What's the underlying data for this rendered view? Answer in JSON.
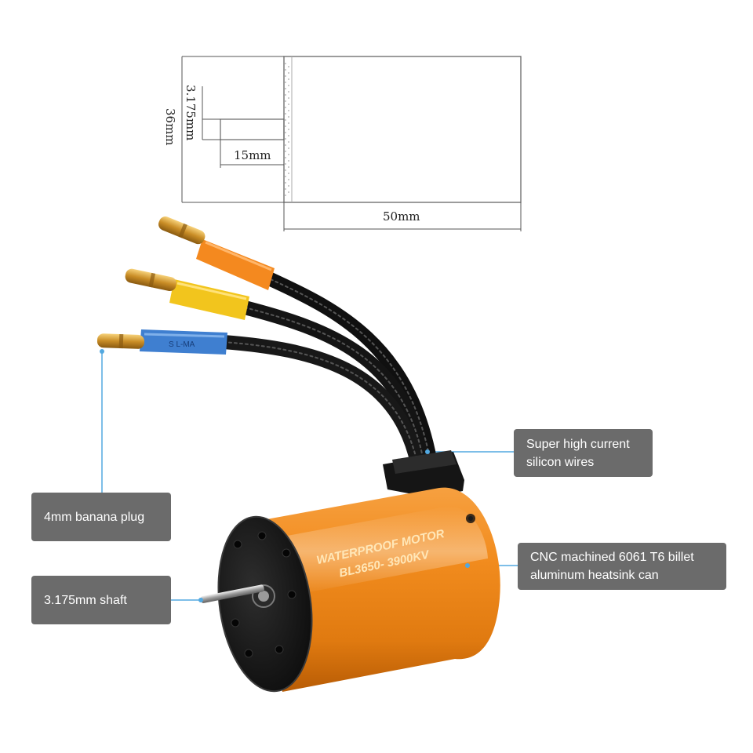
{
  "drawing": {
    "dim_length": "50mm",
    "dim_diameter": "36mm",
    "dim_shaft_length": "15mm",
    "dim_shaft_diameter": "3.175mm"
  },
  "motor": {
    "label_line1": "WATERPROOF MOTOR",
    "label_line2": "BL3650- 3900KV",
    "can_color": "#f28c1e",
    "endcap_color": "#141414"
  },
  "wires": {
    "colors": [
      "#f4891f",
      "#f2c51d",
      "#3f7fd0"
    ],
    "sleeve_text": "S L-MA"
  },
  "callouts": {
    "plug": {
      "lines": [
        "4mm banana plug"
      ]
    },
    "shaft": {
      "lines": [
        "3.175mm shaft"
      ]
    },
    "wires": {
      "lines": [
        "Super high current",
        "silicon wires"
      ]
    },
    "can": {
      "lines": [
        "CNC machined 6061 T6 billet",
        "aluminum heatsink can"
      ]
    }
  },
  "colors": {
    "callout_bg": "#6b6b6b",
    "leader_line": "#52a8e0"
  }
}
